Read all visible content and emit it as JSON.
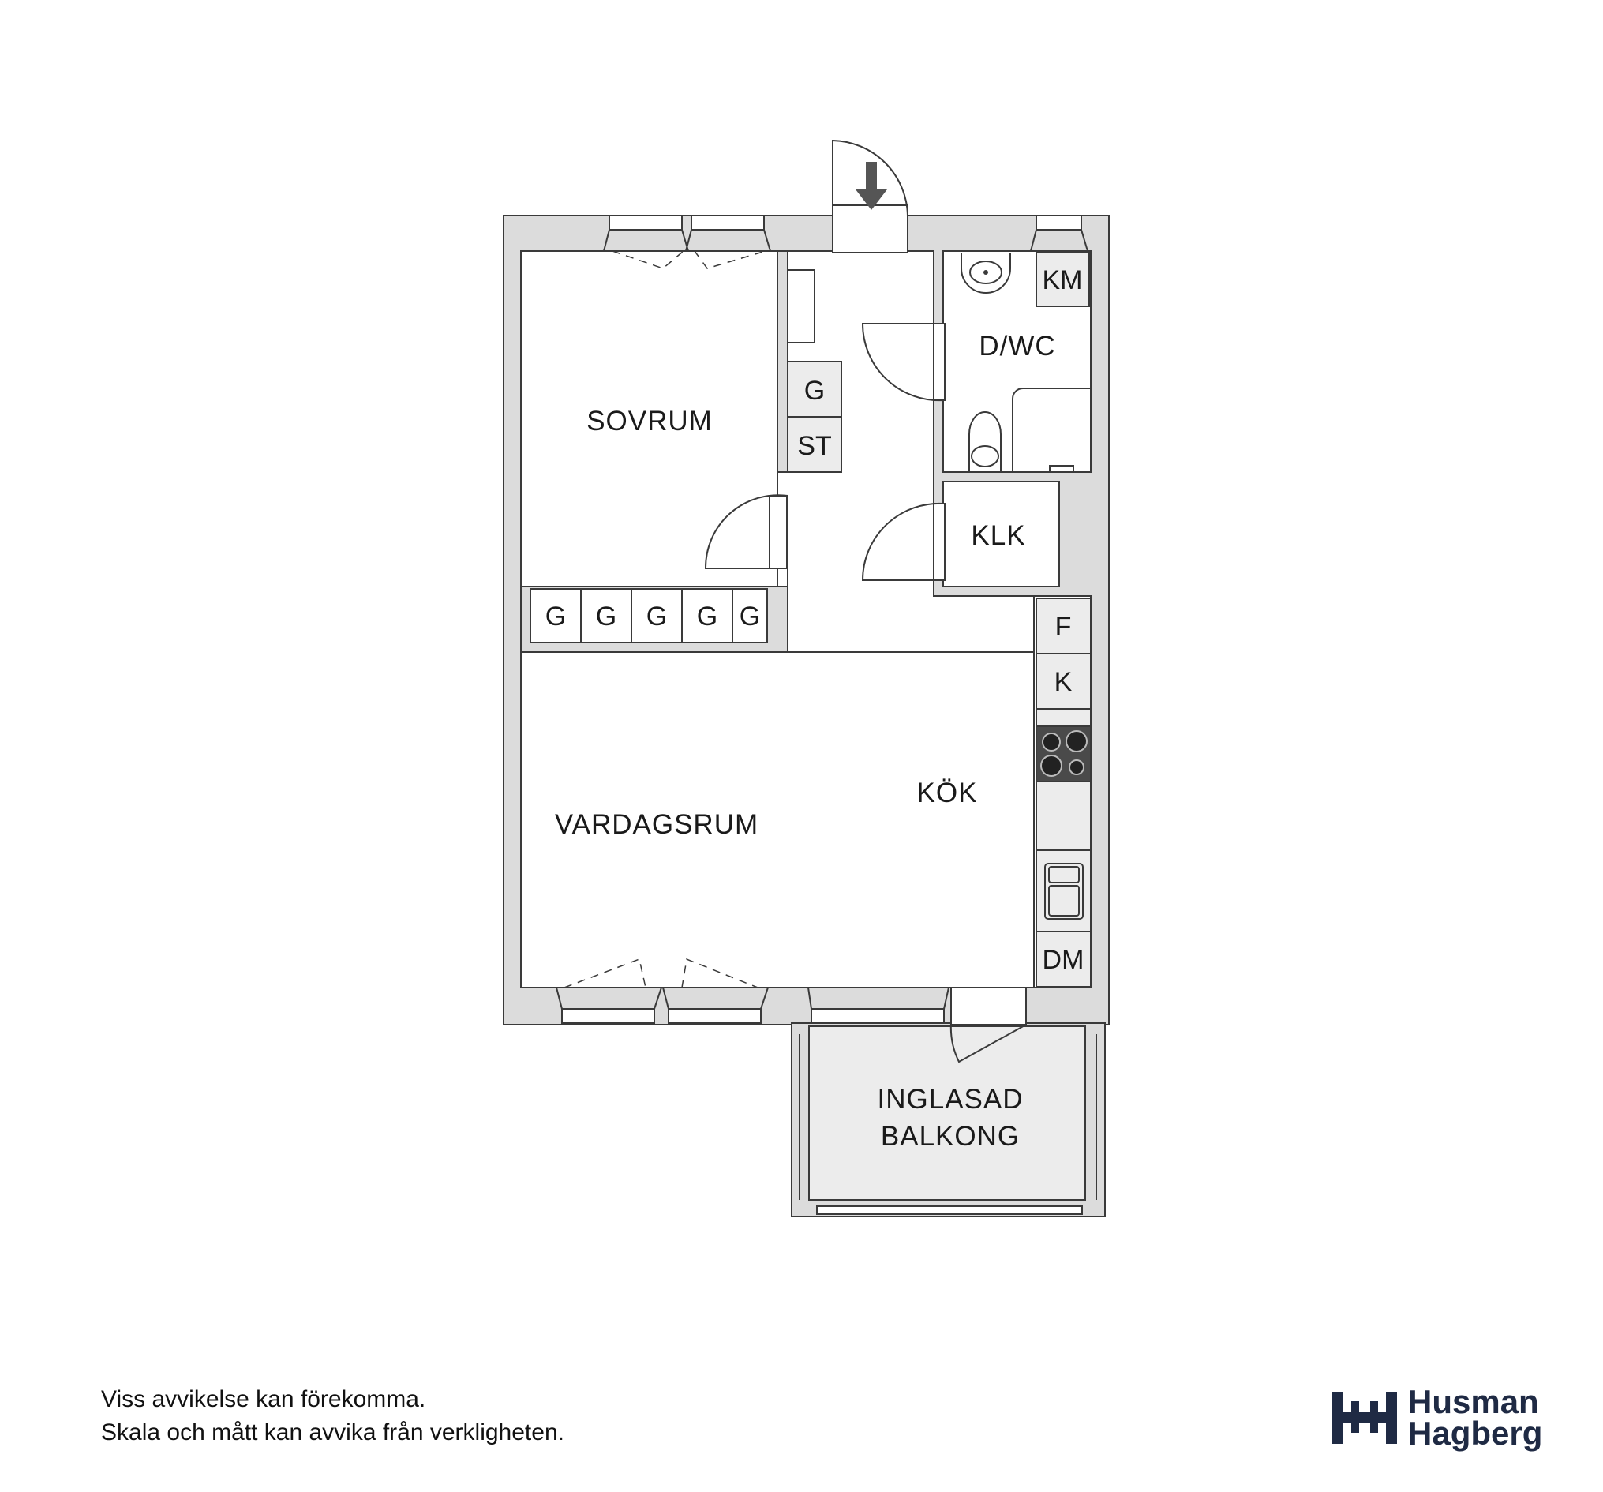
{
  "rooms": {
    "sovrum": "SOVRUM",
    "vardagsrum": "VARDAGSRUM",
    "kok": "KÖK",
    "dwc": "D/WC",
    "klk": "KLK",
    "balkong_line1": "INGLASAD",
    "balkong_line2": "BALKONG"
  },
  "fixtures": {
    "km": "KM",
    "g_hall": "G",
    "st": "ST",
    "f": "F",
    "k": "K",
    "dm": "DM",
    "g_row": [
      "G",
      "G",
      "G",
      "G",
      "G"
    ]
  },
  "footer": {
    "line1": "Viss avvikelse kan förekomma.",
    "line2": "Skala och mått kan avvika från verkligheten."
  },
  "brand": {
    "line1": "Husman",
    "line2": "Hagberg",
    "color": "#1f2a44"
  },
  "colors": {
    "wall": "#dcdcdc",
    "outline": "#3a3a3a",
    "cabinet": "#ececec"
  },
  "icons": [
    "entrance-arrow-icon",
    "sink-icon",
    "toilet-icon",
    "stove-icon",
    "kitchen-sink-icon",
    "husman-hagberg-logo-icon"
  ]
}
